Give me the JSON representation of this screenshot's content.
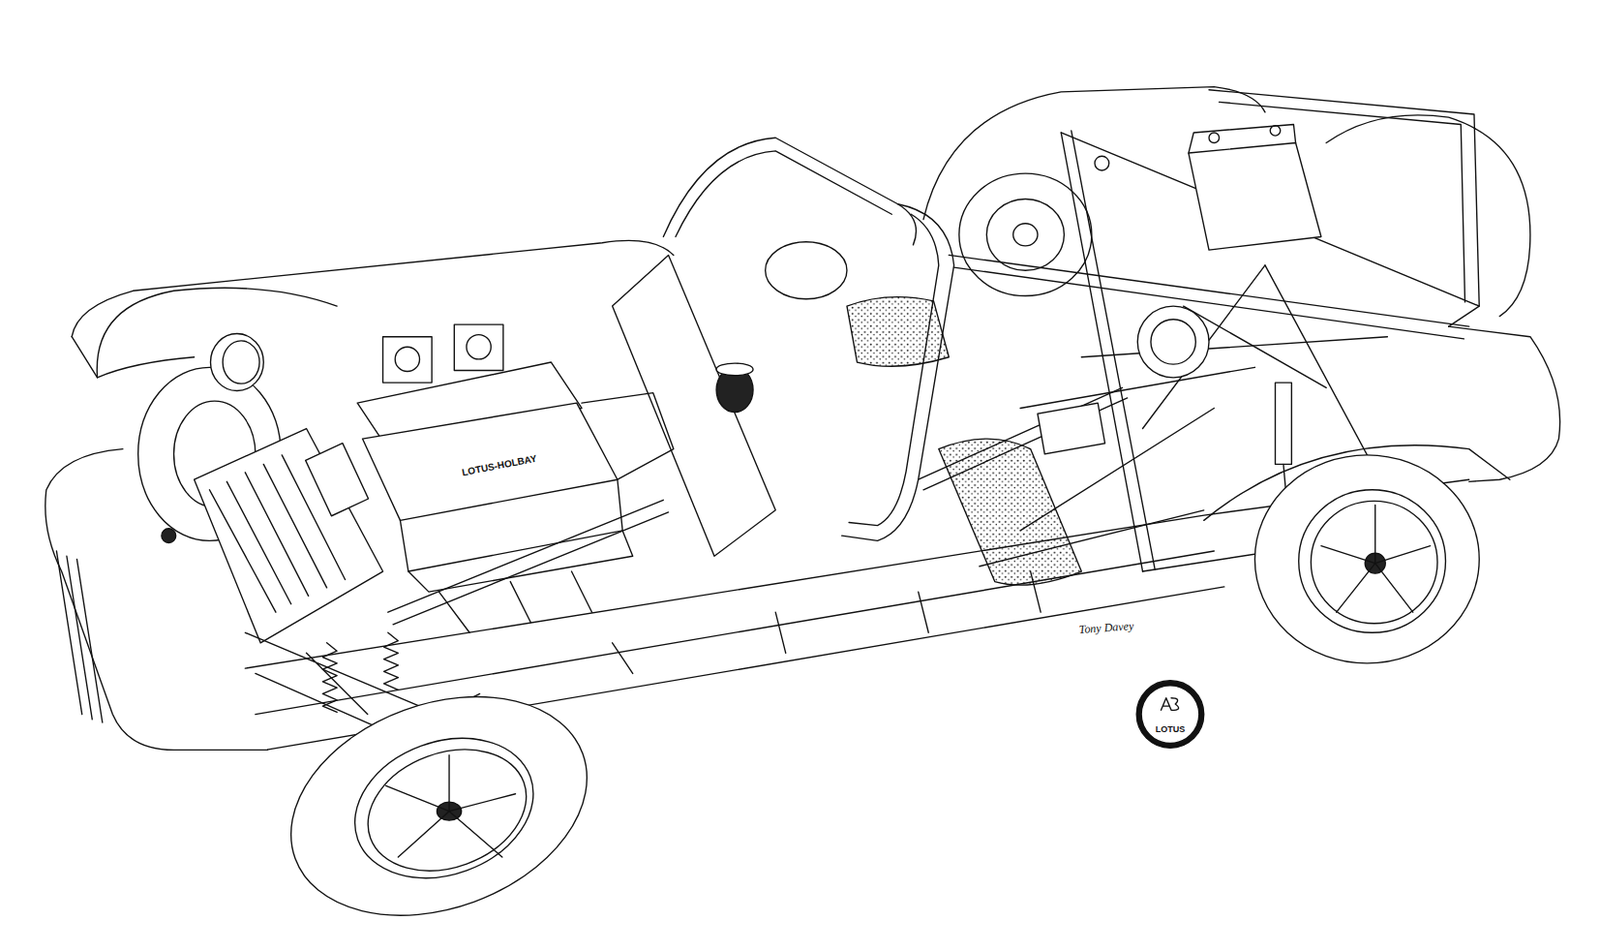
{
  "diagram": {
    "labels": [
      "LOTUS-HOLBAY",
      "Tony Davey",
      "LOTUS"
    ]
  }
}
